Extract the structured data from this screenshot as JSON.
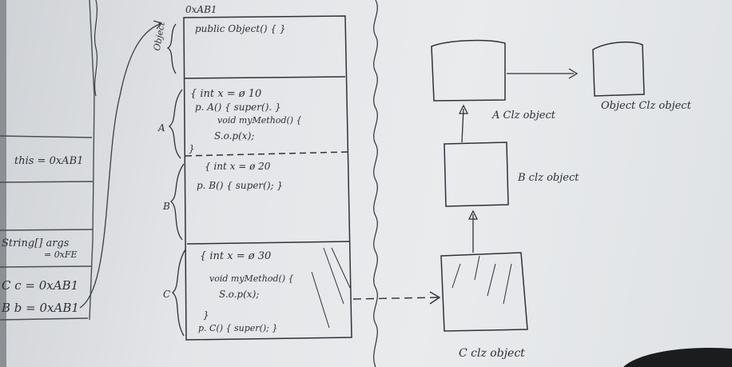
{
  "heap_address_label": "0xAB1",
  "stack": {
    "this_ref": "this = 0xAB1",
    "args_line1": "String[] args",
    "args_line2": "= 0xFE",
    "c_ref": "C c = 0xAB1",
    "b_ref": "B b = 0xAB1"
  },
  "heap_sections": {
    "object": {
      "side_label": "Object",
      "lines": [
        "public Object() { }"
      ]
    },
    "A": {
      "side_label": "A",
      "lines": [
        "{ int x = ø 10",
        "p. A() { super(). }",
        "void myMethod() {",
        "S.o.p(x);",
        "}"
      ]
    },
    "B": {
      "side_label": "B",
      "lines": [
        "{ int x = ø 20",
        "p. B() { super(); }"
      ]
    },
    "C": {
      "side_label": "C",
      "lines": [
        "{ int x = ø 30",
        "void myMethod() {",
        "S.o.p(x);",
        "}",
        "p. C() { super(); }"
      ]
    }
  },
  "class_objects": {
    "A": "A Clz object",
    "Object": "Object Clz object",
    "B": "B clz object",
    "C": "C clz object"
  }
}
